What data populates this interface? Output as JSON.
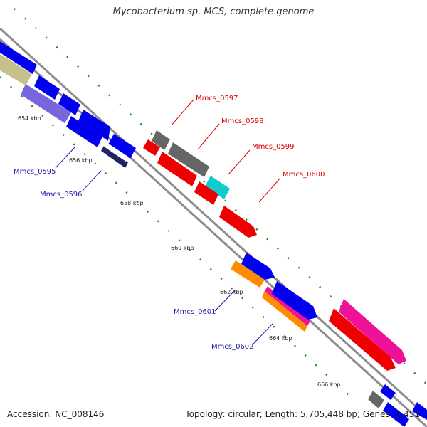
{
  "title": "Mycobacterium sp. MCS, complete genome",
  "footer": {
    "accession": "Accession: NC_008146",
    "summary": "Topology: circular; Length: 5,705,448 bp; Genes: 5,451"
  },
  "kbp_labels": [
    "654 kbp",
    "656 kbp",
    "658 kbp",
    "660 kbp",
    "662 kbp",
    "664 kbp",
    "666 kbp"
  ],
  "gene_labels": [
    {
      "text": "Mmcs_0595",
      "color": "#1a1aaa"
    },
    {
      "text": "Mmcs_0596",
      "color": "#1a1aaa"
    },
    {
      "text": "Mmcs_0597",
      "color": "#dd0000"
    },
    {
      "text": "Mmcs_0598",
      "color": "#dd0000"
    },
    {
      "text": "Mmcs_0599",
      "color": "#dd0000"
    },
    {
      "text": "Mmcs_0600",
      "color": "#dd0000"
    },
    {
      "text": "Mmcs_0601",
      "color": "#1a1aaa"
    },
    {
      "text": "Mmcs_0602",
      "color": "#1a1aaa"
    }
  ],
  "colors": {
    "backbone": "#8c8c8c",
    "tick": "#1e8c1e",
    "blue_gene": "#0000ee",
    "red_gene": "#ee0000",
    "gray_gene": "#666666",
    "cyan_gene": "#11cccc",
    "orange_gene": "#ff8c00",
    "pink_gene": "#ee1199",
    "khaki_feature": "#c8c08a",
    "lavender_feature": "#7766dd"
  }
}
